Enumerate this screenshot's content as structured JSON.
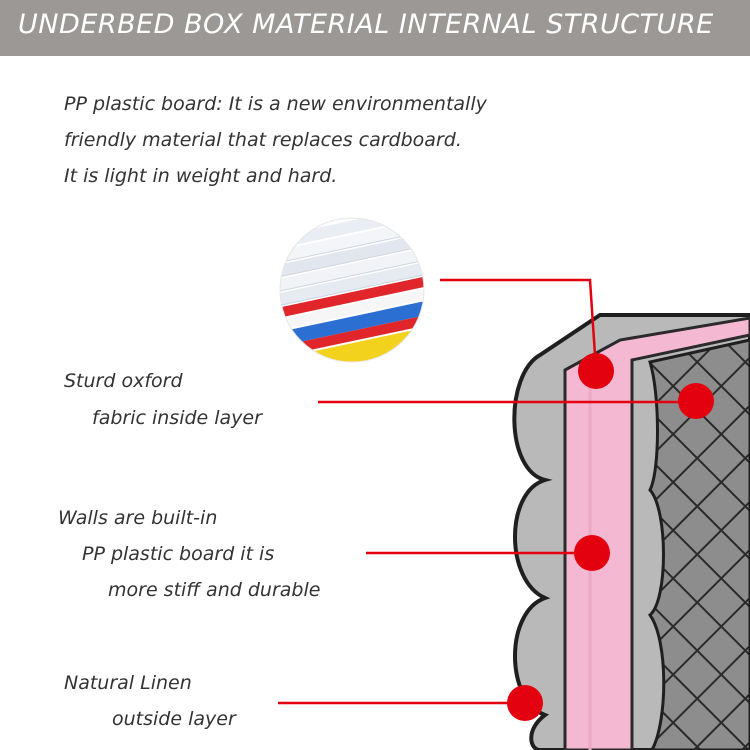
{
  "header": {
    "title": "UNDERBED BOX MATERIAL INTERNAL STRUCTURE"
  },
  "intro": {
    "lines": [
      "PP plastic board: It is a new environmentally",
      "friendly material that replaces cardboard.",
      "It is light in weight and hard."
    ]
  },
  "callouts": {
    "oxford": [
      "Sturd oxford",
      "fabric inside layer"
    ],
    "walls": [
      "Walls are built-in",
      "PP plastic board it is",
      "more stiff and durable"
    ],
    "linen": [
      "Natural Linen",
      "outside layer"
    ]
  },
  "colors": {
    "banner": "#9b9896",
    "marker_red": "#e3000f",
    "pp_board_pink": "#f4b8d2",
    "fabric_gray": "#8a8a8a",
    "outer_gray": "#b8b8b8",
    "board_red": "#e0262a",
    "board_blue": "#2a6fd1",
    "board_yellow": "#f2d21c"
  }
}
